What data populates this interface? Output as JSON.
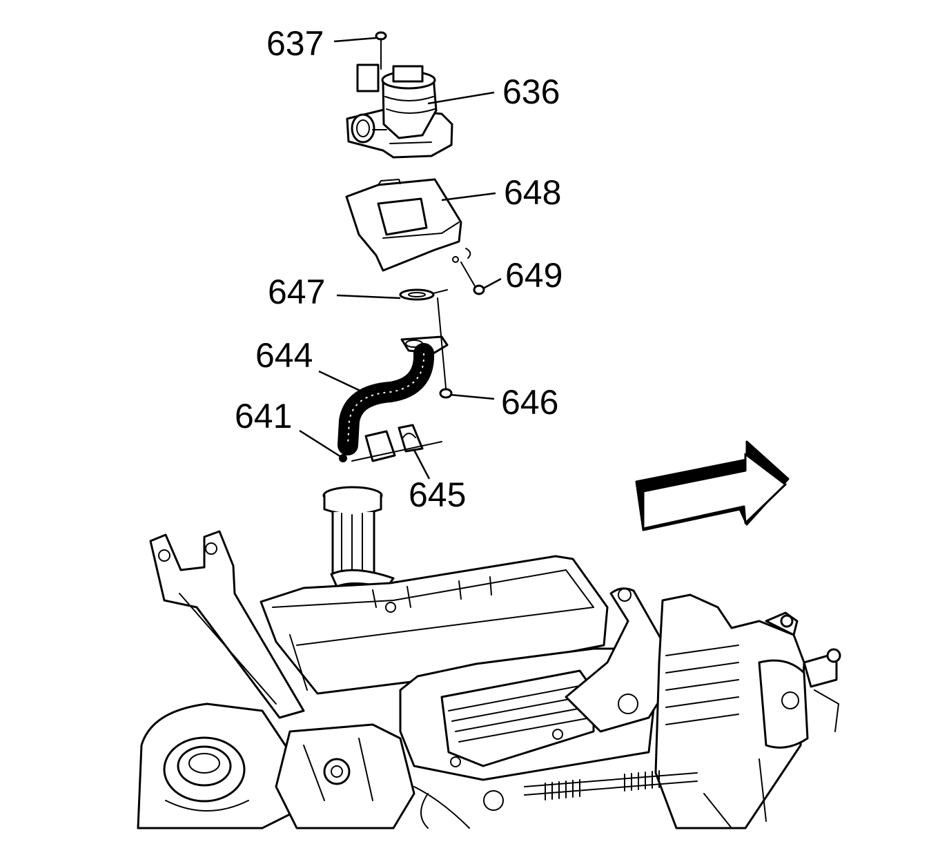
{
  "callouts": {
    "c637": "637",
    "c636": "636",
    "c648": "648",
    "c649": "649",
    "c647": "647",
    "c644": "644",
    "c646": "646",
    "c641": "641",
    "c645": "645"
  },
  "icons": {
    "direction_arrow": "forward-arrow-icon"
  },
  "colors": {
    "line": "#000000",
    "background": "#ffffff"
  }
}
